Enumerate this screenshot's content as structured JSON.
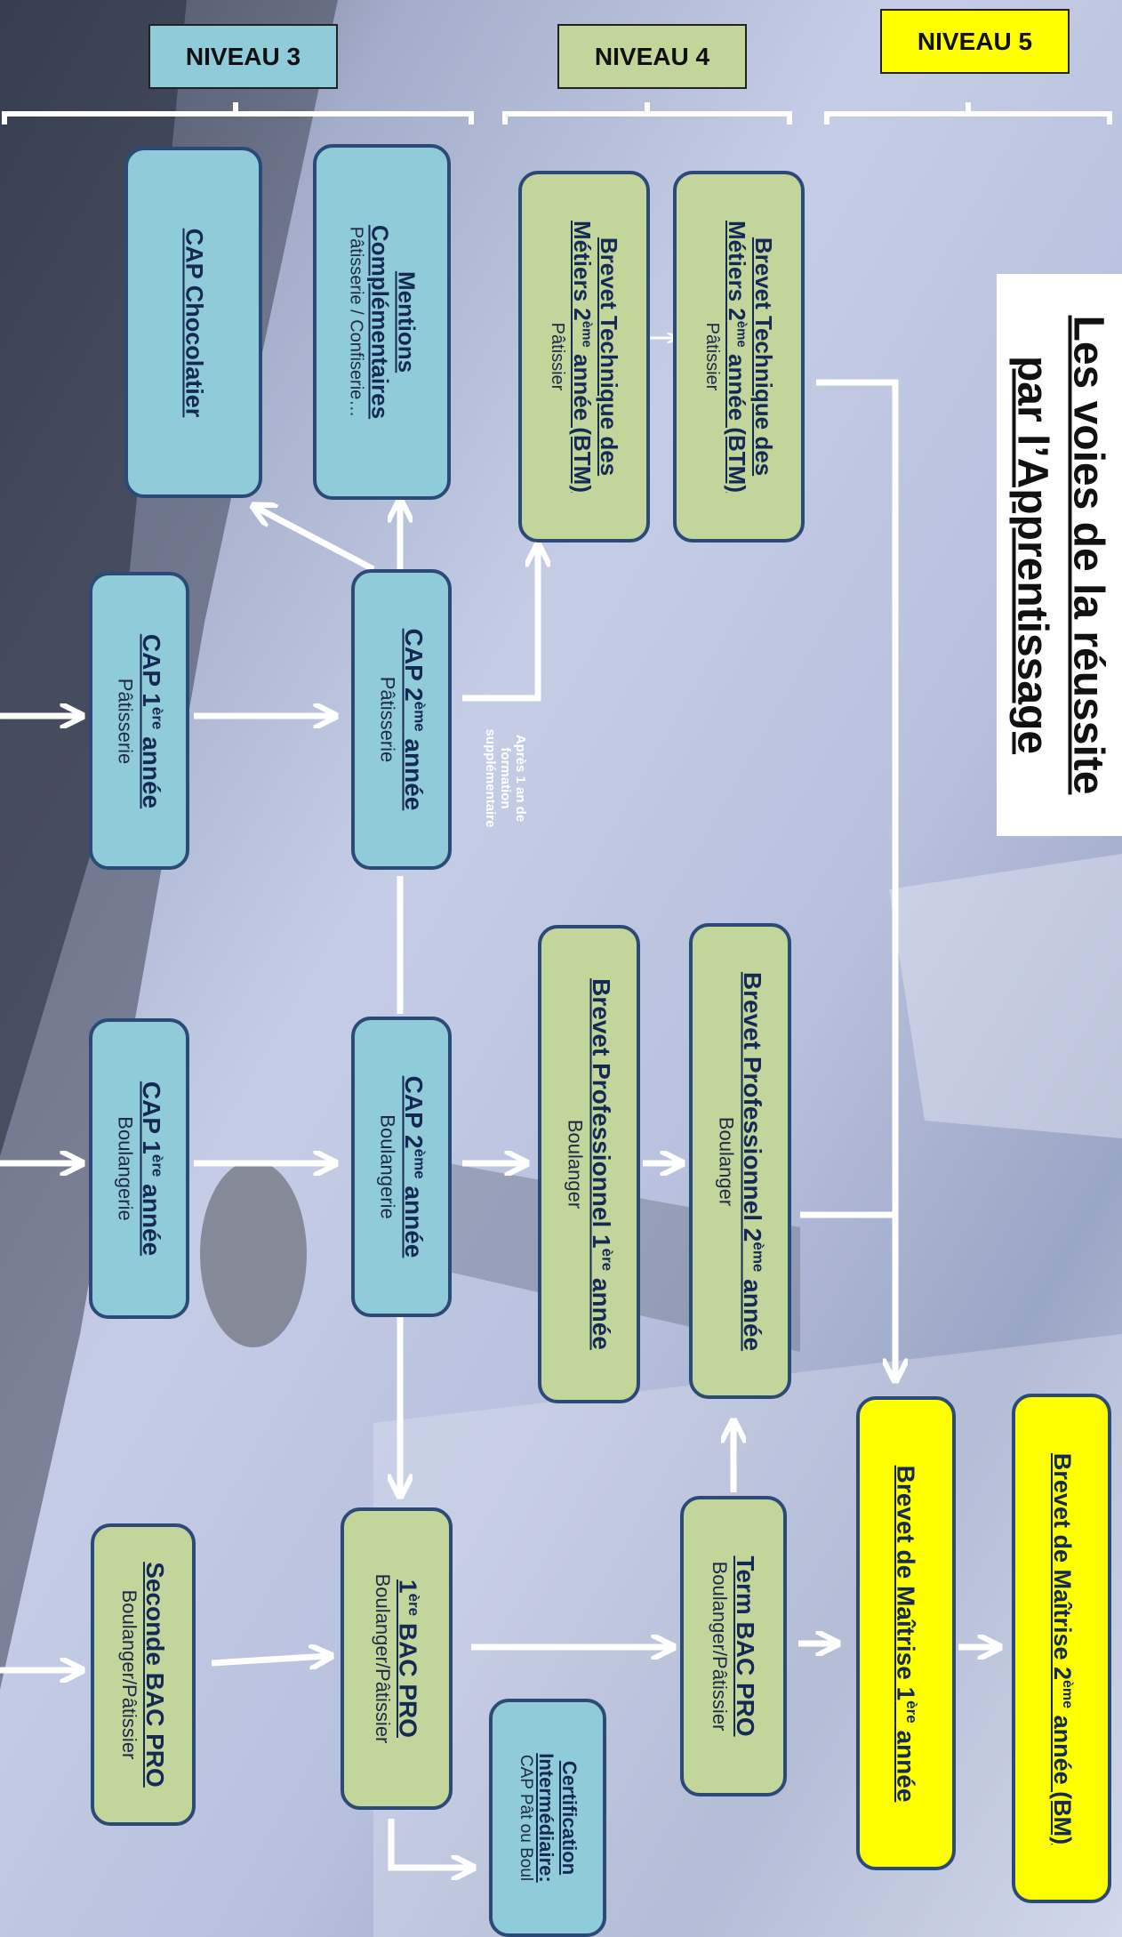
{
  "levels": {
    "n3": "NIVEAU 3",
    "n4": "NIVEAU 4",
    "n5": "NIVEAU 5"
  },
  "title": {
    "line1": "Les voies de la réussite",
    "line2": "par l’Apprentissage"
  },
  "boxes": {
    "cap_chocolatier": {
      "title": "CAP Chocolatier"
    },
    "mentions": {
      "title1": "Mentions",
      "title2": "Complémentaires",
      "sub": "Pâtisserie / Confiserie…"
    },
    "btm2_a": {
      "title1": "Brevet Technique des",
      "title2a": "Métiers 2",
      "title2sup": "ème",
      "title2b": " année (BTM)",
      "sub": "Pâtissier"
    },
    "btm2_b": {
      "title1": "Brevet Technique des",
      "title2a": "Métiers 2",
      "title2sup": "ème",
      "title2b": " année (BTM)",
      "sub": "Pâtissier"
    },
    "cap1_pat": {
      "ta": "CAP 1",
      "tsup": "ère",
      "tb": " année",
      "sub": "Pâtisserie"
    },
    "cap2_pat": {
      "ta": "CAP 2",
      "tsup": "ème",
      "tb": " année",
      "sub": "Pâtisserie"
    },
    "cap1_boul": {
      "ta": "CAP 1",
      "tsup": "ère",
      "tb": " année",
      "sub": "Boulangerie"
    },
    "cap2_boul": {
      "ta": "CAP 2",
      "tsup": "ème",
      "tb": " année",
      "sub": "Boulangerie"
    },
    "bp1": {
      "ta": "Brevet Professionnel 1",
      "tsup": "ère",
      "tb": " année",
      "sub": "Boulanger"
    },
    "bp2": {
      "ta": "Brevet Professionnel 2",
      "tsup": "ème",
      "tb": " année",
      "sub": "Boulanger"
    },
    "seconde_bac": {
      "title": "Seconde BAC PRO",
      "sub": "Boulanger/Pâtissier"
    },
    "premiere_bac": {
      "ta": "1",
      "tsup": "ère",
      "tb": " BAC PRO",
      "sub": "Boulanger/Pâtissier"
    },
    "certif": {
      "title1": "Certification",
      "title2": "Intermédiaire:",
      "sub": "CAP Pât ou Boul"
    },
    "term_bac": {
      "title": "Term BAC PRO",
      "sub": "Boulanger/Pâtissier"
    },
    "bm1": {
      "ta": "Brevet de Maîtrise 1",
      "tsup": "ère",
      "tb": " année"
    },
    "bm2": {
      "ta": "Brevet de Maîtrise 2",
      "tsup": "ème",
      "tb": " année (BM)"
    }
  },
  "note": {
    "line1": "Après 1 an de",
    "line2": "formation",
    "line3": "supplémentaire"
  },
  "colors": {
    "blue_box": "#8fcbd8",
    "green_box": "#c2d69b",
    "yellow_box": "#ffff00",
    "border": "#2c4a78",
    "arrow": "#ffffff"
  }
}
